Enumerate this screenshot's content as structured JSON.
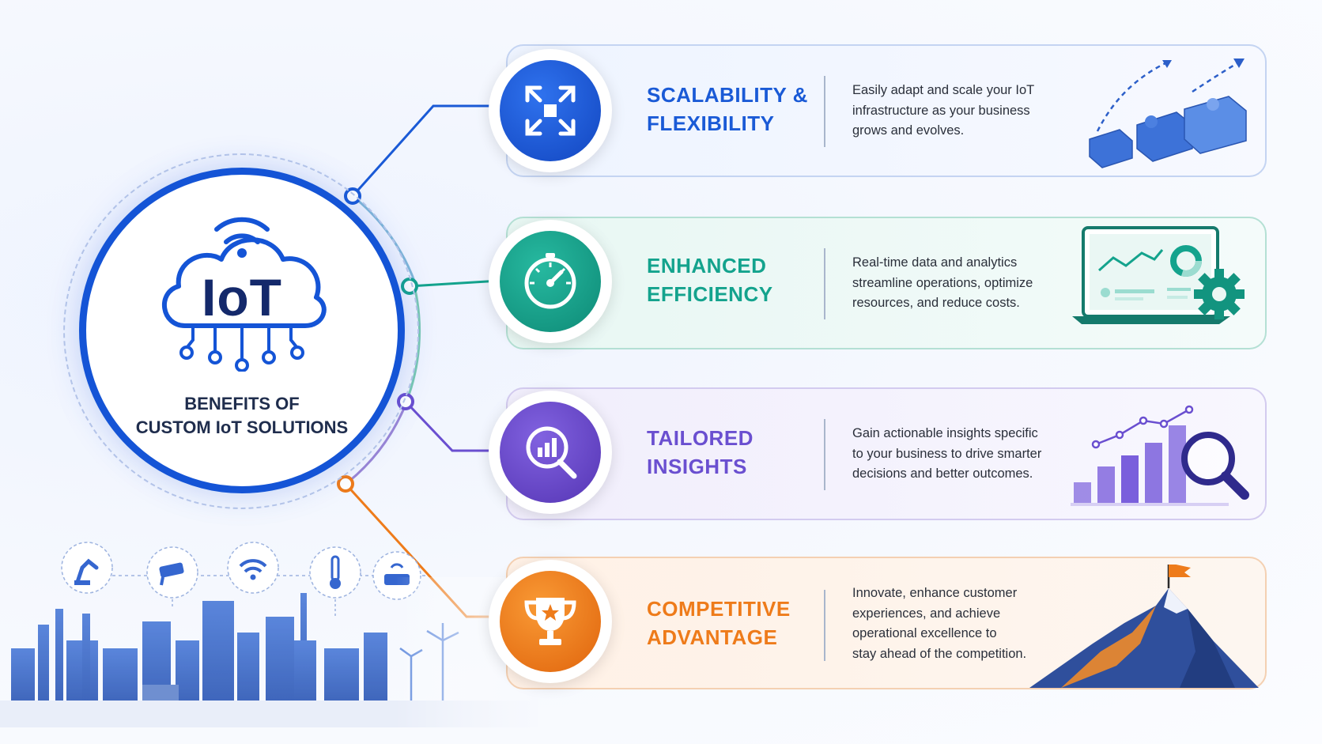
{
  "hub": {
    "logo_text": "IoT",
    "title_line1": "BENEFITS OF",
    "title_line2": "CUSTOM IoT SOLUTIONS",
    "colors": {
      "ring": "#1454d6",
      "logo": "#14296b"
    }
  },
  "benefits": [
    {
      "title_line1": "SCALABILITY &",
      "title_line2": "FLEXIBILITY",
      "desc": [
        "Easily adapt and scale your IoT",
        "infrastructure as your business",
        "grows and evolves."
      ],
      "icon": "expand-arrows-icon",
      "art": "puzzle-growth-illustration",
      "color": "#1a5ad6"
    },
    {
      "title_line1": "ENHANCED",
      "title_line2": "EFFICIENCY",
      "desc": [
        "Real-time data and analytics",
        "streamline operations, optimize",
        "resources, and reduce costs."
      ],
      "icon": "speedometer-icon",
      "art": "laptop-dashboard-gear-illustration",
      "color": "#14a38d"
    },
    {
      "title_line1": "TAILORED",
      "title_line2": "INSIGHTS",
      "desc": [
        "Gain actionable insights specific",
        "to your business to drive smarter",
        "decisions and better outcomes."
      ],
      "icon": "magnifier-chart-icon",
      "art": "bar-chart-magnifier-illustration",
      "color": "#6a4fd0"
    },
    {
      "title_line1": "COMPETITIVE",
      "title_line2": "ADVANTAGE",
      "desc": [
        "Innovate, enhance customer",
        "experiences, and achieve",
        "operational excellence to",
        "stay ahead of the competition."
      ],
      "icon": "trophy-star-icon",
      "art": "mountain-flag-illustration",
      "color": "#ee7b1a"
    }
  ],
  "city_icons": [
    "robot-arm-icon",
    "security-camera-icon",
    "wifi-icon",
    "thermometer-icon",
    "router-icon"
  ]
}
